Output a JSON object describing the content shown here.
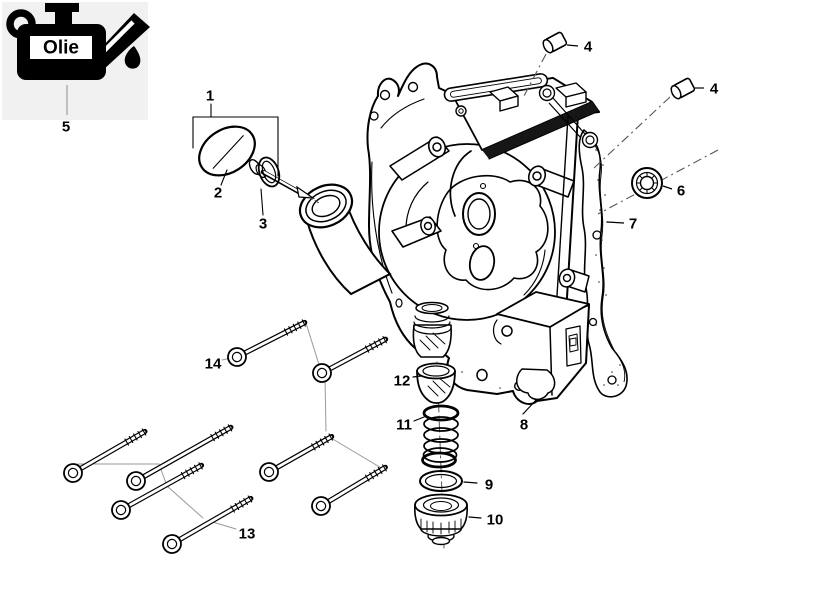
{
  "diagram": {
    "oil_icon_label": "Olie",
    "callouts": [
      "1",
      "2",
      "3",
      "4",
      "4",
      "5",
      "6",
      "7",
      "8",
      "9",
      "10",
      "11",
      "12",
      "13",
      "14"
    ]
  },
  "colors": {
    "background": "#ffffff",
    "line": "#000000",
    "icon_panel": "#f1f1f1",
    "connector_gray": "#999999"
  }
}
